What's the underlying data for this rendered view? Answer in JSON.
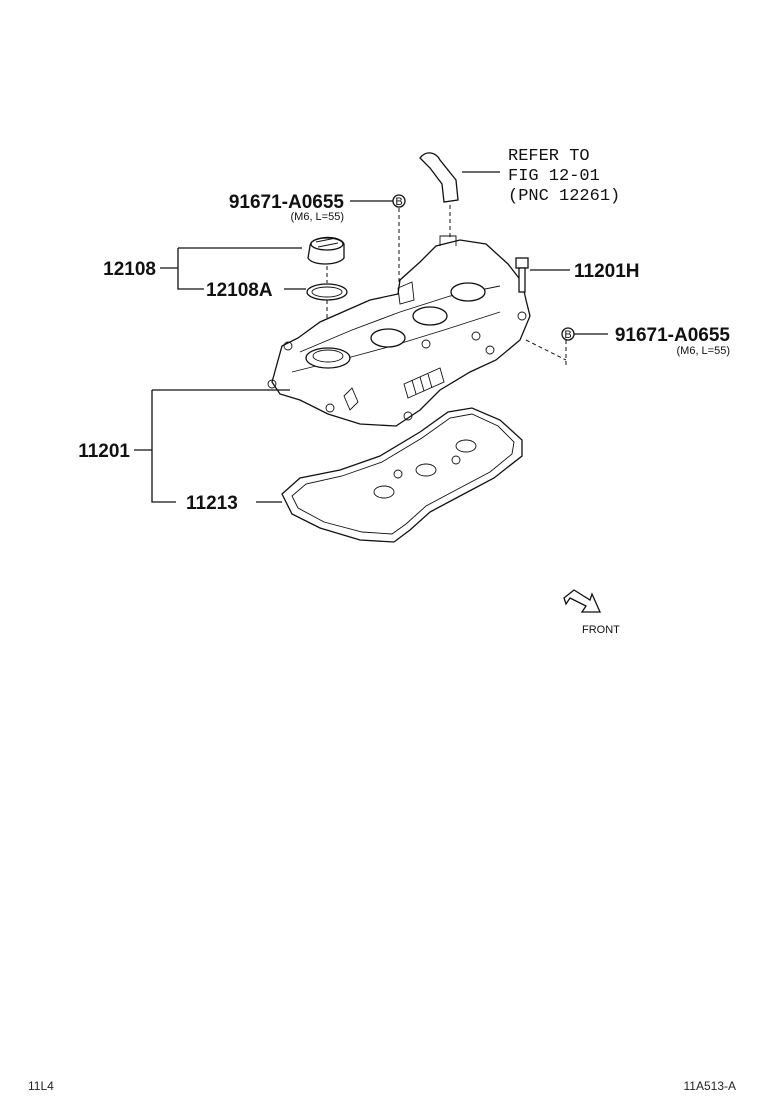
{
  "labels": {
    "bolt_top_part": "91671-A0655",
    "bolt_top_spec": "(M6, L=55)",
    "bolt_top_marker": "B",
    "cap_assy": "12108",
    "cap_gasket": "12108A",
    "cover_bolt": "11201H",
    "bolt_right_part": "91671-A0655",
    "bolt_right_spec": "(M6, L=55)",
    "bolt_right_marker": "B",
    "cover_assy": "11201",
    "cover_gasket": "11213",
    "refer_line1": "REFER TO",
    "refer_line2": "FIG 12-01",
    "refer_line3": "(PNC 12261)",
    "front": "FRONT"
  },
  "footer": {
    "left_code": "11L4",
    "right_code": "11A513-A"
  }
}
